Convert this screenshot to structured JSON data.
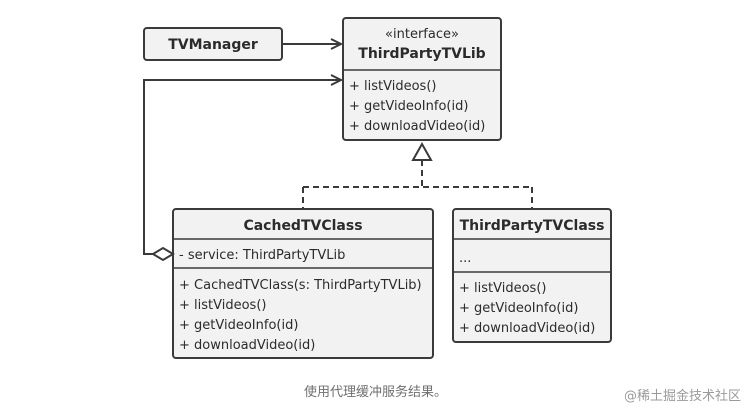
{
  "classes": {
    "tvmanager": {
      "name": "TVManager"
    },
    "interface": {
      "stereotype": "«interface»",
      "name": "ThirdPartyTVLib",
      "methods": [
        "+ listVideos()",
        "+ getVideoInfo(id)",
        "+ downloadVideo(id)"
      ]
    },
    "cached": {
      "name": "CachedTVClass",
      "fields": [
        "- service: ThirdPartyTVLib"
      ],
      "methods": [
        "+ CachedTVClass(s: ThirdPartyTVLib)",
        "+ listVideos()",
        "+ getVideoInfo(id)",
        "+ downloadVideo(id)"
      ]
    },
    "thirdparty": {
      "name": "ThirdPartyTVClass",
      "fields": [
        "..."
      ],
      "methods": [
        "+ listVideos()",
        "+ getVideoInfo(id)",
        "+ downloadVideo(id)"
      ]
    }
  },
  "caption": "使用代理缓冲服务结果。",
  "watermark": "@稀土掘金技术社区"
}
